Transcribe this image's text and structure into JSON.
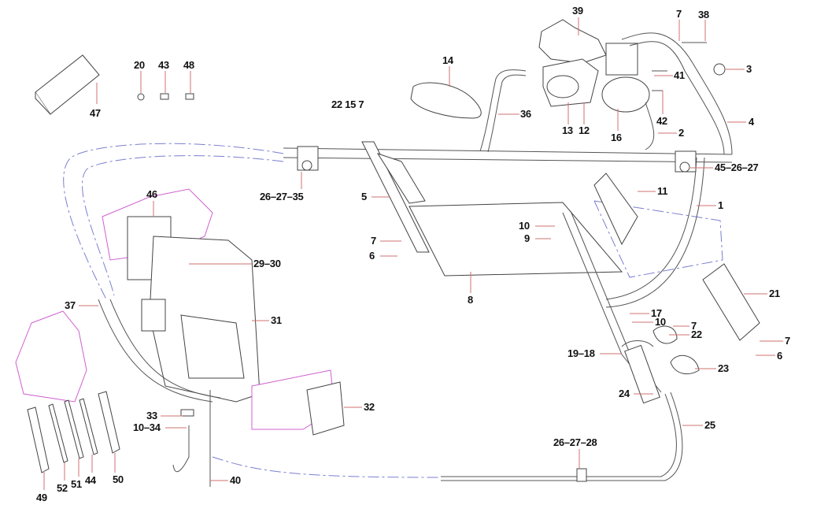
{
  "title": "Air conditioning / heater system exploded parts diagram",
  "colors": {
    "outline": "#444444",
    "leader": "#d07070",
    "hidden_line": "#7a7fd0",
    "duct_phantom": "#d060d0"
  },
  "labels": [
    {
      "id": "47",
      "text": "47"
    },
    {
      "id": "20",
      "text": "20"
    },
    {
      "id": "43",
      "text": "43"
    },
    {
      "id": "48",
      "text": "48"
    },
    {
      "id": "14",
      "text": "14"
    },
    {
      "id": "39",
      "text": "39"
    },
    {
      "id": "7a",
      "text": "7"
    },
    {
      "id": "38",
      "text": "38"
    },
    {
      "id": "3",
      "text": "3"
    },
    {
      "id": "41",
      "text": "41"
    },
    {
      "id": "42",
      "text": "42"
    },
    {
      "id": "13",
      "text": "13"
    },
    {
      "id": "12",
      "text": "12"
    },
    {
      "id": "16",
      "text": "16"
    },
    {
      "id": "2",
      "text": "2"
    },
    {
      "id": "4",
      "text": "4"
    },
    {
      "id": "36",
      "text": "36"
    },
    {
      "id": "22-15-7",
      "text": "22 15 7"
    },
    {
      "id": "45-26-27",
      "text": "45–26–27"
    },
    {
      "id": "26-27-35",
      "text": "26–27–35"
    },
    {
      "id": "5",
      "text": "5"
    },
    {
      "id": "11",
      "text": "11"
    },
    {
      "id": "1",
      "text": "1"
    },
    {
      "id": "46",
      "text": "46"
    },
    {
      "id": "7b",
      "text": "7"
    },
    {
      "id": "6a",
      "text": "6"
    },
    {
      "id": "10a",
      "text": "10"
    },
    {
      "id": "9",
      "text": "9"
    },
    {
      "id": "29-30",
      "text": "29–30"
    },
    {
      "id": "8",
      "text": "8"
    },
    {
      "id": "21",
      "text": "21"
    },
    {
      "id": "37",
      "text": "37"
    },
    {
      "id": "31",
      "text": "31"
    },
    {
      "id": "17",
      "text": "17"
    },
    {
      "id": "10b",
      "text": "10"
    },
    {
      "id": "7c",
      "text": "7"
    },
    {
      "id": "22b",
      "text": "22"
    },
    {
      "id": "7d",
      "text": "7"
    },
    {
      "id": "6b",
      "text": "6"
    },
    {
      "id": "19-18",
      "text": "19–18"
    },
    {
      "id": "23",
      "text": "23"
    },
    {
      "id": "24",
      "text": "24"
    },
    {
      "id": "32",
      "text": "32"
    },
    {
      "id": "33",
      "text": "33"
    },
    {
      "id": "10-34",
      "text": "10–34"
    },
    {
      "id": "25",
      "text": "25"
    },
    {
      "id": "26-27-28",
      "text": "26–27–28"
    },
    {
      "id": "40",
      "text": "40"
    },
    {
      "id": "49",
      "text": "49"
    },
    {
      "id": "52",
      "text": "52"
    },
    {
      "id": "51",
      "text": "51"
    },
    {
      "id": "44",
      "text": "44"
    },
    {
      "id": "50",
      "text": "50"
    }
  ]
}
